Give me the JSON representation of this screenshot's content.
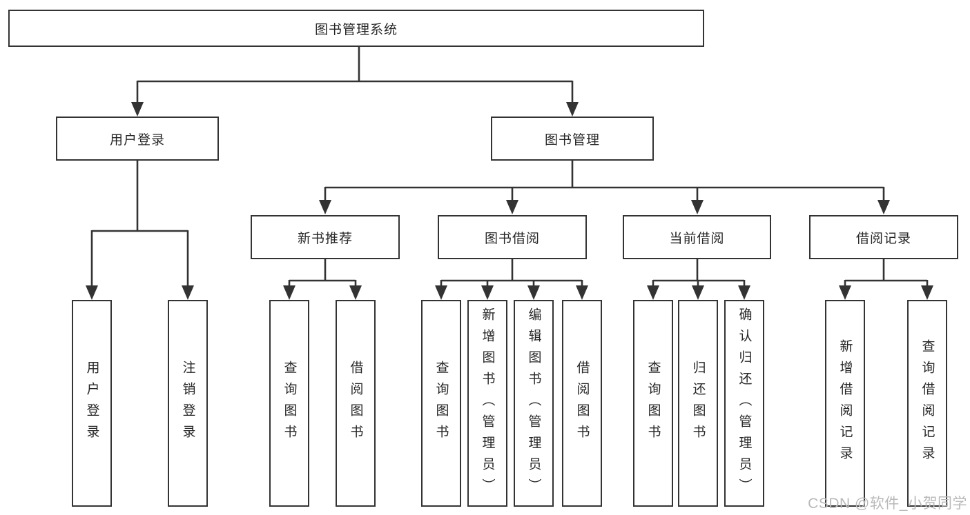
{
  "tree": {
    "label": "图书管理系统",
    "children": [
      {
        "label": "用户登录",
        "children": [
          {
            "label": "用户登录"
          },
          {
            "label": "注销登录"
          }
        ]
      },
      {
        "label": "图书管理",
        "children": [
          {
            "label": "新书推荐",
            "children": [
              {
                "label": "查询图书"
              },
              {
                "label": "借阅图书"
              }
            ]
          },
          {
            "label": "图书借阅",
            "children": [
              {
                "label": "查询图书"
              },
              {
                "label": "新增图书（管理员）"
              },
              {
                "label": "编辑图书（管理员）"
              },
              {
                "label": "借阅图书"
              }
            ]
          },
          {
            "label": "当前借阅",
            "children": [
              {
                "label": "查询图书"
              },
              {
                "label": "归还图书"
              },
              {
                "label": "确认归还（管理员）"
              }
            ]
          },
          {
            "label": "借阅记录",
            "children": [
              {
                "label": "新增借阅记录"
              },
              {
                "label": "查询借阅记录"
              }
            ]
          }
        ]
      }
    ]
  },
  "watermark": "CSDN @软件_小贺同学",
  "colors": {
    "line": "#333333",
    "text": "#262626",
    "watermark": "#b9b9b9",
    "bg": "#ffffff"
  }
}
